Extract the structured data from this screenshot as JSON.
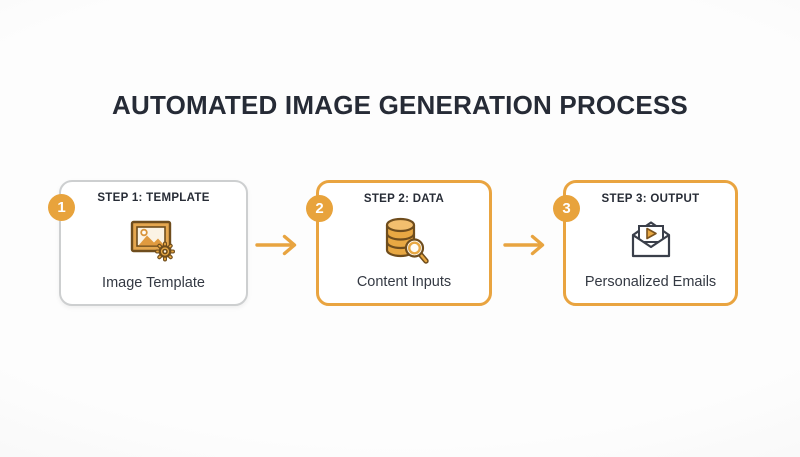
{
  "title": "AUTOMATED IMAGE GENERATION PROCESS",
  "colors": {
    "accent_orange": "#E8A33C",
    "icon_outline_brown": "#6F4D1D",
    "icon_fill_orange": "#E8A843",
    "gray_card_border": "#CDCFD0",
    "title_text": "#262B36",
    "dark_line": "#3A3F4A"
  },
  "steps": [
    {
      "number": "1",
      "label": "STEP 1: TEMPLATE",
      "caption": "Image Template",
      "icon": "image-template-icon",
      "border_style": "gray"
    },
    {
      "number": "2",
      "label": "STEP 2: DATA",
      "caption": "Content Inputs",
      "icon": "database-search-icon",
      "border_style": "orange"
    },
    {
      "number": "3",
      "label": "STEP 3: OUTPUT",
      "caption": "Personalized Emails",
      "icon": "envelope-play-icon",
      "border_style": "orange"
    }
  ],
  "arrows": [
    {
      "name": "right-arrow"
    },
    {
      "name": "right-arrow"
    }
  ]
}
